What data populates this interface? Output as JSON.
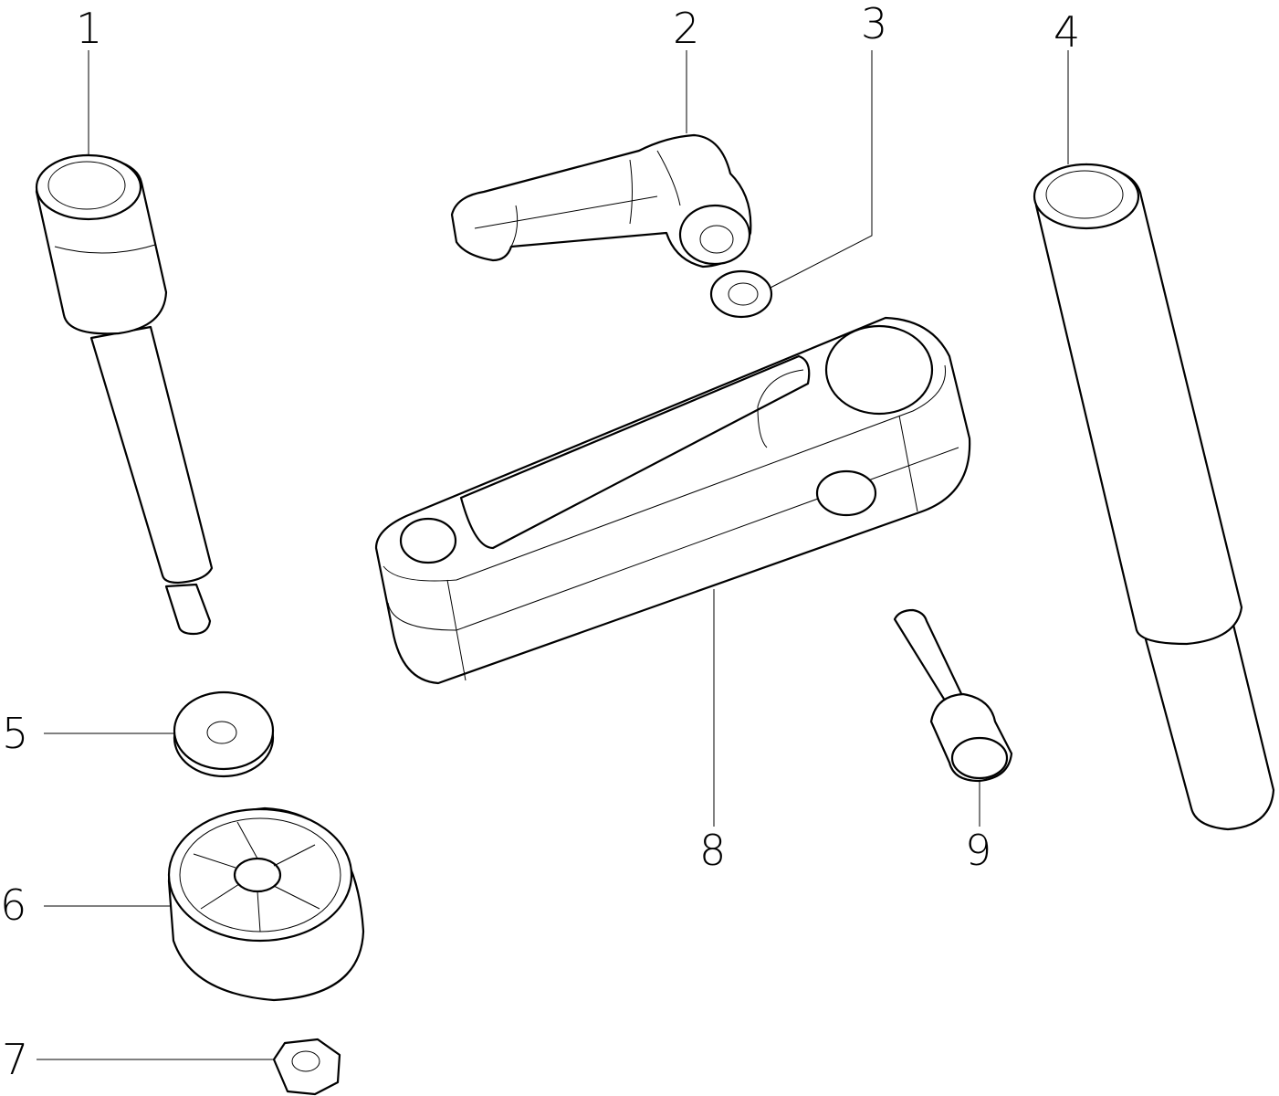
{
  "callouts": [
    {
      "number": "1",
      "part": "handle-pin-long"
    },
    {
      "number": "2",
      "part": "clamping-lever"
    },
    {
      "number": "3",
      "part": "washer-small"
    },
    {
      "number": "4",
      "part": "rod"
    },
    {
      "number": "5",
      "part": "washer"
    },
    {
      "number": "6",
      "part": "wheel"
    },
    {
      "number": "7",
      "part": "hex-nut"
    },
    {
      "number": "8",
      "part": "slotted-arm"
    },
    {
      "number": "9",
      "part": "stud-pin"
    }
  ]
}
